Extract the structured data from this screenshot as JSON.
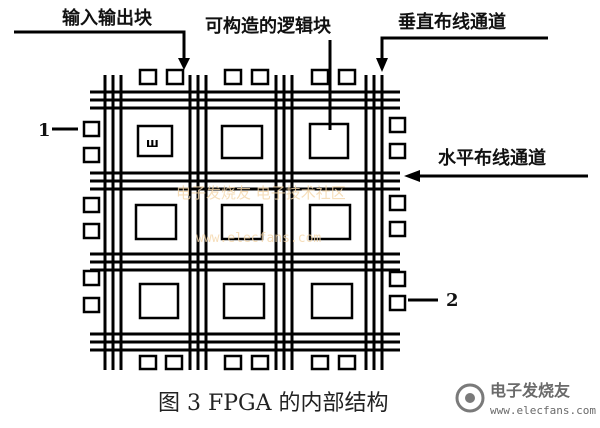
{
  "diagram": {
    "labels": {
      "io_block": "输入输出块",
      "logic_block": "可构造的逻辑块",
      "vertical_channel": "垂直布线通道",
      "horizontal_channel": "水平布线通道",
      "marker_1": "1",
      "marker_2": "2",
      "cell_mark": "ш"
    },
    "caption": "图 3    FPGA 的内部结构",
    "watermark": {
      "line1": "电子发烧友 电子技术社区",
      "line2": "www.elecfans.com"
    },
    "logo": {
      "name": "电子发烧友",
      "url": "www.elecfans.com"
    }
  }
}
